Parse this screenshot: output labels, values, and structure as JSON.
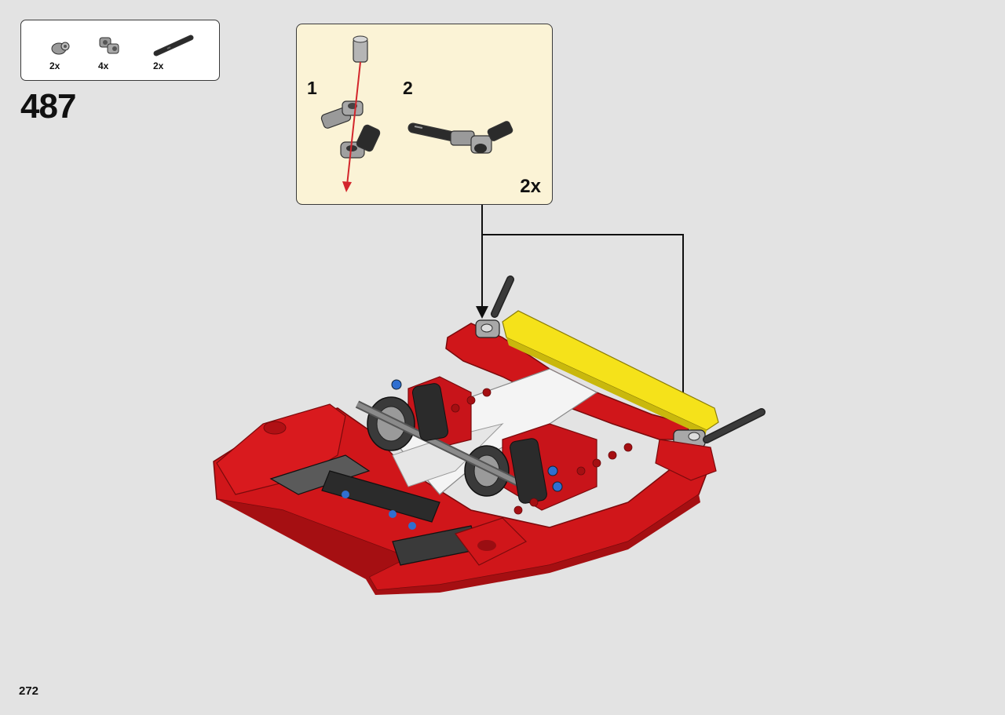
{
  "step": {
    "number": "487",
    "page_number": "272"
  },
  "parts_list": [
    {
      "name": "connector-peg-grey",
      "qty": "2x"
    },
    {
      "name": "axle-connector-angled-grey",
      "qty": "4x"
    },
    {
      "name": "axle-black",
      "qty": "2x"
    }
  ],
  "sub_assembly": {
    "steps": [
      "1",
      "2"
    ],
    "multiplier": "2x"
  },
  "colors": {
    "page_bg": "#e3e3e3",
    "callout_bg": "#fbf3d6",
    "frame_red": "#d0161a",
    "panel_yellow": "#f5e21a",
    "part_grey": "#9a9a9a",
    "part_black": "#2b2b2b",
    "pin_blue": "#2f6fd0",
    "arrow_red": "#d3262c"
  }
}
